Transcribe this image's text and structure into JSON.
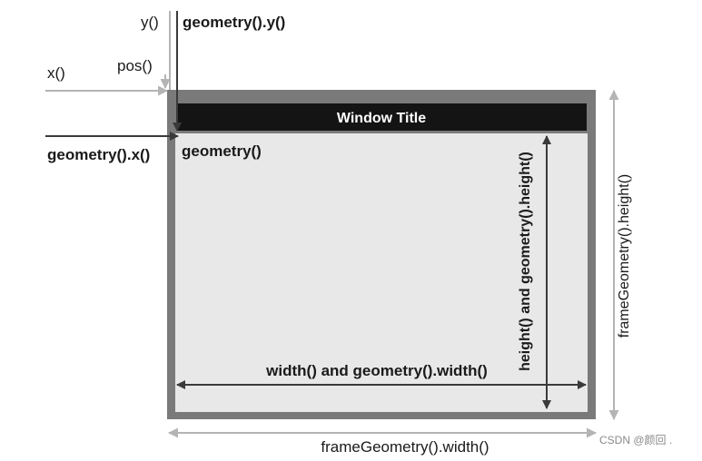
{
  "window": {
    "title": "Window Title"
  },
  "labels": {
    "y": "y()",
    "geometry_y": "geometry().y()",
    "x": "x()",
    "pos": "pos()",
    "geometry_x": "geometry().x()",
    "geometry": "geometry()",
    "height_geometry_height": "height() and geometry().height()",
    "width_geometry_width": "width() and geometry().width()",
    "frame_geometry_height": "frameGeometry().height()",
    "frame_geometry_width": "frameGeometry().width()"
  },
  "watermark": "CSDN @颜回  .",
  "colors": {
    "frame_border": "#7a7a7a",
    "titlebar": "#141414",
    "client_area": "#e8e8e8",
    "dark_arrow": "#3a3a3a",
    "light_arrow": "#b4b4b4",
    "text": "#1a1a1a"
  }
}
